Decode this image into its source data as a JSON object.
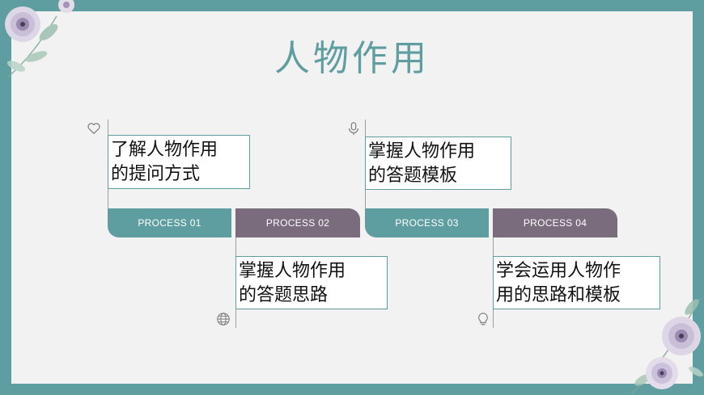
{
  "title": "人物作用",
  "colors": {
    "teal": "#5f9ea0",
    "mauve": "#7a6b7d",
    "background": "#f2f2f2"
  },
  "steps": [
    {
      "label": "PROCESS 01",
      "text_line1": "了解人物作用",
      "text_line2": "的提问方式",
      "icon": "heart-icon",
      "color": "#5f9ea0"
    },
    {
      "label": "PROCESS 02",
      "text_line1": "掌握人物作用",
      "text_line2": "的答题思路",
      "icon": "globe-icon",
      "color": "#7a6b7d"
    },
    {
      "label": "PROCESS 03",
      "text_line1": "掌握人物作用",
      "text_line2": "的答题模板",
      "icon": "microphone-icon",
      "color": "#5f9ea0"
    },
    {
      "label": "PROCESS 04",
      "text_line1": "学会运用人物作",
      "text_line2": "用的思路和模板",
      "icon": "lightbulb-icon",
      "color": "#7a6b7d"
    }
  ]
}
